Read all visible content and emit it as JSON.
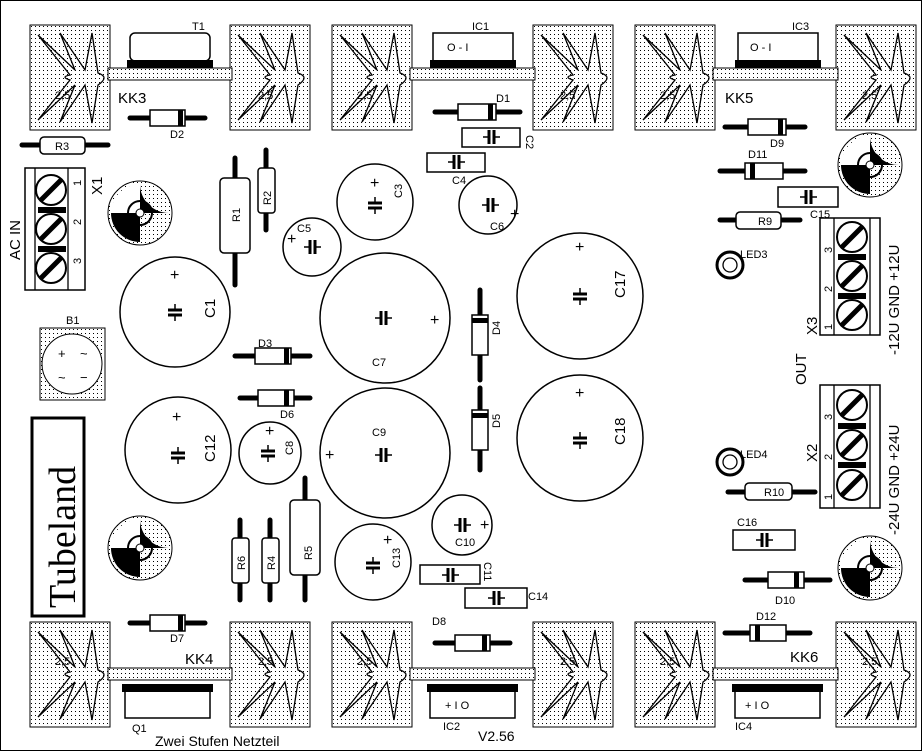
{
  "board": {
    "title": "Zwei Stufen Netzteil",
    "version": "V2.56",
    "logo": "Tubeland"
  },
  "heatsinks": {
    "hs_value": "2,5",
    "kk3": "KK3",
    "kk5": "KK5",
    "kk4": "KK4",
    "kk6": "KK6"
  },
  "semis": {
    "t1": "T1",
    "ic1": "IC1",
    "ic3": "IC3",
    "q1": "Q1",
    "ic2": "IC2",
    "ic4": "IC4",
    "ic_top_mark": "O - I",
    "ic_bot_mark": "+ I O"
  },
  "diodes": [
    "D1",
    "D2",
    "D3",
    "D4",
    "D5",
    "D6",
    "D7",
    "D8",
    "D9",
    "D10",
    "D11",
    "D12"
  ],
  "resistors": [
    "R1",
    "R2",
    "R3",
    "R4",
    "R5",
    "R6",
    "R9",
    "R10"
  ],
  "caps": [
    "C1",
    "C2",
    "C3",
    "C4",
    "C5",
    "C6",
    "C7",
    "C8",
    "C9",
    "C10",
    "C11",
    "C12",
    "C13",
    "C14",
    "C15",
    "C16",
    "C17",
    "C18"
  ],
  "misc": {
    "b1": "B1",
    "led3": "LED3",
    "led4": "LED4"
  },
  "connectors": {
    "x1": "X1",
    "x2": "X2",
    "x3": "X3",
    "ac_in": "AC IN",
    "out": "OUT",
    "x3_pins": "-12U GND +12U",
    "x2_pins": "-24U GND +24U",
    "pin1": "1",
    "pin2": "2",
    "pin3": "3"
  }
}
